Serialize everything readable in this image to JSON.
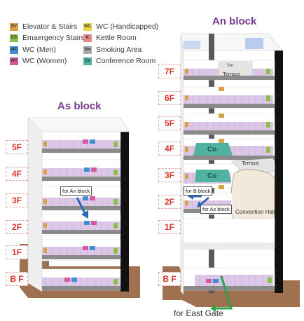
{
  "legend": {
    "items": [
      {
        "code": "EV",
        "label": "Elevator & Stairs",
        "color": "#d8a24a"
      },
      {
        "code": "ES",
        "label": "Emaergency Stairs",
        "color": "#8cbf4c"
      },
      {
        "code": "WC",
        "label": "WC (Men)",
        "color": "#3f8fd2"
      },
      {
        "code": "WC",
        "label": "WC (Women)",
        "color": "#d45aa0"
      },
      {
        "code": "WC",
        "label": "WC (Handicapped)",
        "color": "#e9d64a"
      },
      {
        "code": "K",
        "label": "Kettle Room",
        "color": "#e38a86"
      },
      {
        "code": "Sm",
        "label": "Smoking Area",
        "color": "#a9a9a9"
      },
      {
        "code": "Co",
        "label": "Conference Room",
        "color": "#4fb3a0"
      }
    ]
  },
  "as_block": {
    "title": "As block",
    "floors": [
      "5F",
      "4F",
      "3F",
      "2F",
      "1F",
      "B F"
    ]
  },
  "an_block": {
    "title": "An block",
    "floors": [
      "7F",
      "6F",
      "5F",
      "4F",
      "3F",
      "2F",
      "1F",
      "B F"
    ]
  },
  "annotations": {
    "for_an_block": "for An block",
    "for_b_block": "for B block",
    "for_as_block": "for As block",
    "terrace": "Terrace",
    "convention_hall": "Convention Hall",
    "smoking": "Sm",
    "conference": "Co",
    "east_gate": "for East Gate"
  },
  "colors": {
    "title": "#7b3a8e",
    "floor_text": "#d8362b",
    "floor_fill": "#dcc7e6",
    "earth": "#a07150",
    "conference": "#4fb3a0",
    "green_arrow": "#2ca24a",
    "blue_arrow": "#2a68b8"
  }
}
